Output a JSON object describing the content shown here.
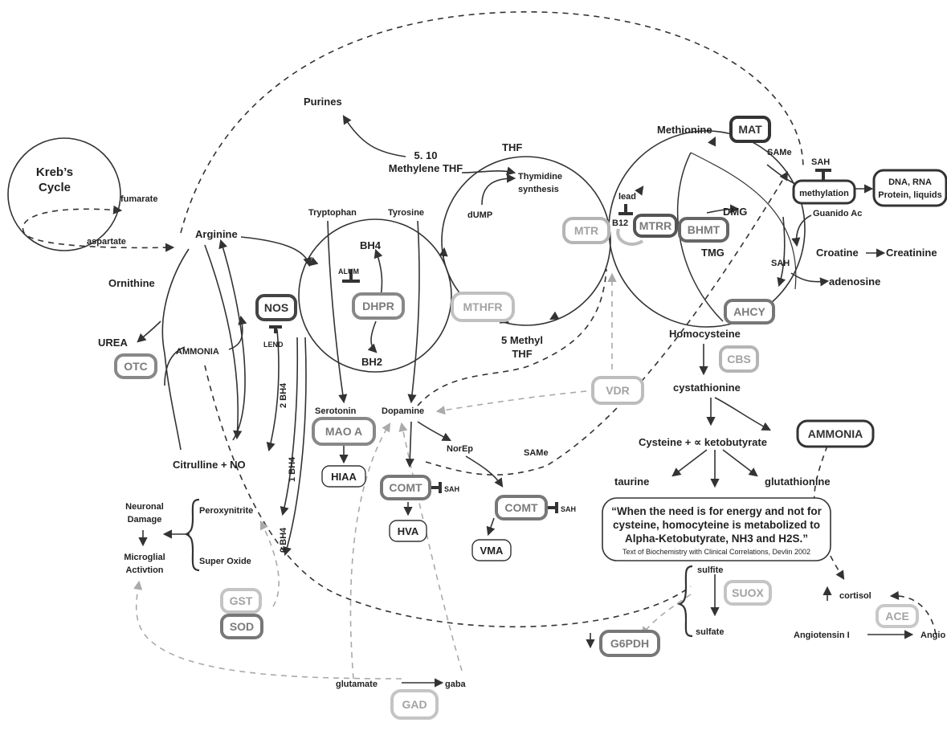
{
  "labels": {
    "kreb": [
      "Kreb’s",
      "Cycle"
    ],
    "fumarate": "fumarate",
    "aspartate": "aspartate",
    "arginine": "Arginine",
    "ornithine": "Ornithine",
    "urea": "UREA",
    "ammonia_small": "AMMONIA",
    "citrulline": "Citrulline + NO",
    "purines": "Purines",
    "methylene": [
      "5. 10",
      "Methylene THF"
    ],
    "thf": "THF",
    "thymidine": [
      "Thymidine",
      "synthesis"
    ],
    "dump": "dUMP",
    "tryptophan": "Tryptophan",
    "tyrosine": "Tyrosine",
    "bh4": "BH4",
    "bh2": "BH2",
    "alum": "ALUM",
    "lend": "LEND",
    "two_bh4": "2 BH4",
    "one_bh4": "1 BH4",
    "zero_bh4": "0 BH4",
    "five_methyl": [
      "5 Methyl",
      "THF"
    ],
    "lead": "lead",
    "b12": "B12",
    "methionine": "Methionine",
    "same_top": "SAMe",
    "sah_top": "SAH",
    "dmg": "DMG",
    "tmg": "TMG",
    "guanido": "Guanido Ac",
    "croatine": "Croatine",
    "creatinine": "Creatinine",
    "sah_mid": "SAH",
    "adenosine": "adenosine",
    "homocysteine": "Homocysteine",
    "cystathionine": "cystathionine",
    "cysteine": "Cysteine + ∝ ketobutyrate",
    "taurine": "taurine",
    "glutathionine": "glutathionine",
    "serotonin": "Serotonin",
    "dopamine": "Dopamine",
    "norep": "NorEp",
    "same_mid": "SAMe",
    "hiaa": "HIAA",
    "hva": "HVA",
    "vma": "VMA",
    "sah_comt1": "SAH",
    "sah_comt2": "SAH",
    "neuronal": [
      "Neuronal",
      "Damage"
    ],
    "microglial": [
      "Microglial",
      "Activtion"
    ],
    "peroxynitrite": "Peroxynitrite",
    "superoxide": "Super Oxide",
    "glutamate": "glutamate",
    "gaba": "gaba",
    "sulfite": "sulfite",
    "sulfate": "sulfate",
    "cortisol": "cortisol",
    "angiotensin": "Angiotensin I",
    "angio_cut": "Angio",
    "quote": [
      "“When the need is for energy and not for",
      "cysteine, homocyteine is metabolized to",
      "Alpha-Ketobutyrate, NH3 and H2S.”"
    ],
    "citation": "Text of Biochemistry with Clinical Correlations, Devlin 2002"
  },
  "enzymes": {
    "mat": "MAT",
    "methylation": "methylation",
    "dna": [
      "DNA, RNA",
      "Protein, liquids"
    ],
    "mtr": "MTR",
    "mtrr": "MTRR",
    "bhmt": "BHMT",
    "ahcy": "AHCY",
    "cbs": "CBS",
    "mthfr": "MTHFR",
    "nos": "NOS",
    "dhpr": "DHPR",
    "otc": "OTC",
    "vdr": "VDR",
    "ammonia_box": "AMMONIA",
    "mao": "MAO A",
    "comt1": "COMT",
    "comt2": "COMT",
    "gst": "GST",
    "sod": "SOD",
    "gad": "GAD",
    "suox": "SUOX",
    "g6pdh": "G6PDH",
    "ace": "ACE"
  },
  "colors": {
    "dark": "#333333",
    "mid": "#7b7b7b",
    "light": "#a3a3a3"
  }
}
